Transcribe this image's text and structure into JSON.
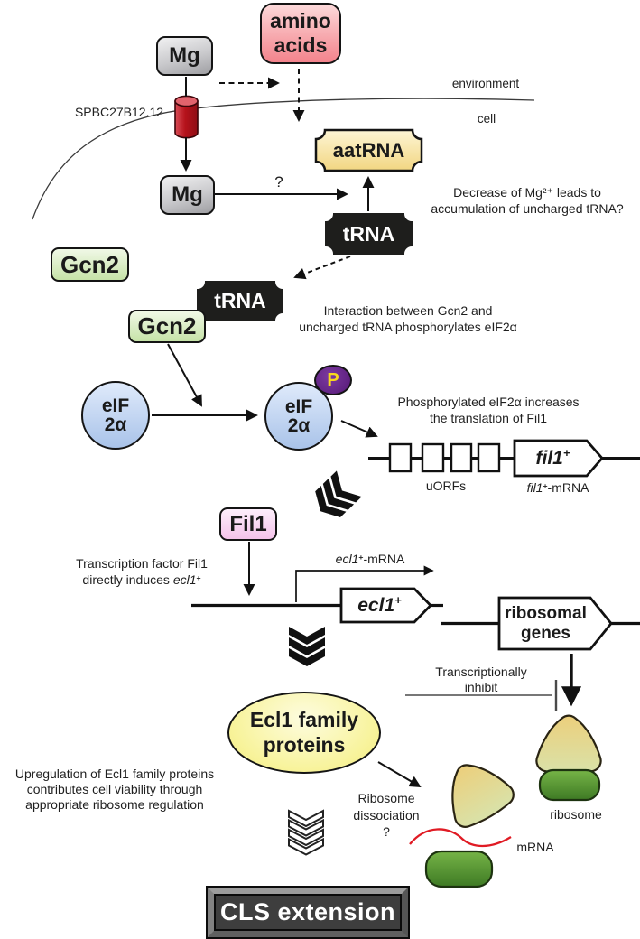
{
  "title": "Mg / Gcn2 / eIF2α / Fil1 / Ecl1 pathway leading to CLS extension",
  "colors": {
    "amino-pink": "#f3838c",
    "mg-gray": "#a2a2a6",
    "transporter-red": "#b5121b",
    "aatrna-tan": "#f2d682",
    "trna-black": "#1e1e1c",
    "gcn2-green": "#c6e3a8",
    "eif-blue": "#a9c3e9",
    "phospho-purple": "#5f2181",
    "phospho-p-yellow": "#f8d91c",
    "fil1-pink": "#f4c3ea",
    "ecl1-yellow": "#f4ee7c",
    "ribosome-large-tan": "#eccf7c",
    "ribosome-small-green": "#4f8c2b",
    "mrna-red": "#e01b24",
    "cls-dark": "#3e3e3e"
  },
  "membrane": {
    "environment": "environment",
    "cell": "cell"
  },
  "nodes": {
    "mg_outside": "Mg",
    "amino_acids": {
      "line1": "amino",
      "line2": "acids"
    },
    "transporter": "SPBC27B12.12",
    "mg_inside": "Mg",
    "aatrna": "aatRNA",
    "trna_free": "tRNA",
    "gcn2_free": "Gcn2",
    "trna_bound": "tRNA",
    "gcn2_bound": "Gcn2",
    "eif2a": {
      "line1": "eIF",
      "line2": "2α"
    },
    "eif2a_p": {
      "line1": "eIF",
      "line2": "2α",
      "badge": "P"
    },
    "fil1": "Fil1",
    "ecl1_family": {
      "line1": "Ecl1 family",
      "line2": "proteins"
    },
    "cls": "CLS extension"
  },
  "gene_fil1": {
    "uorfs": "uORFs",
    "gene": "fil1",
    "gene_sup": "+",
    "mrna_gene": "fil1",
    "mrna_sup": "+",
    "mrna_suffix": "-mRNA"
  },
  "gene_ecl1": {
    "gene": "ecl1",
    "gene_sup": "+",
    "mrna_gene": "ecl1",
    "mrna_sup": "+",
    "mrna_suffix": "-mRNA"
  },
  "gene_ribosomal": {
    "line1": "ribosomal",
    "line2": "genes"
  },
  "annotations": {
    "mg_question": "?",
    "decrease": {
      "line1": "Decrease of Mg²⁺ leads to",
      "line2": "accumulation of uncharged tRNA?"
    },
    "interaction": {
      "line1": "Interaction between Gcn2 and",
      "line2": "uncharged tRNA phosphorylates eIF2α"
    },
    "phospho": {
      "line1": "Phosphorylated eIF2α increases",
      "line2": "the translation of Fil1"
    },
    "tf": {
      "line1": "Transcription factor Fil1",
      "line2_prefix": "directly induces ",
      "line2_gene": "ecl1",
      "line2_sup": "+"
    },
    "inhibit": {
      "line1": "Transcriptionally",
      "line2": "inhibit"
    },
    "upregulation": {
      "line1": "Upregulation of Ecl1 family proteins",
      "line2": "contributes cell viability through",
      "line3": "appropriate ribosome regulation"
    },
    "dissociation": {
      "line1": "Ribosome",
      "line2": "dissociation",
      "line3": "?"
    },
    "ribosome": "ribosome",
    "mrna": "mRNA"
  }
}
